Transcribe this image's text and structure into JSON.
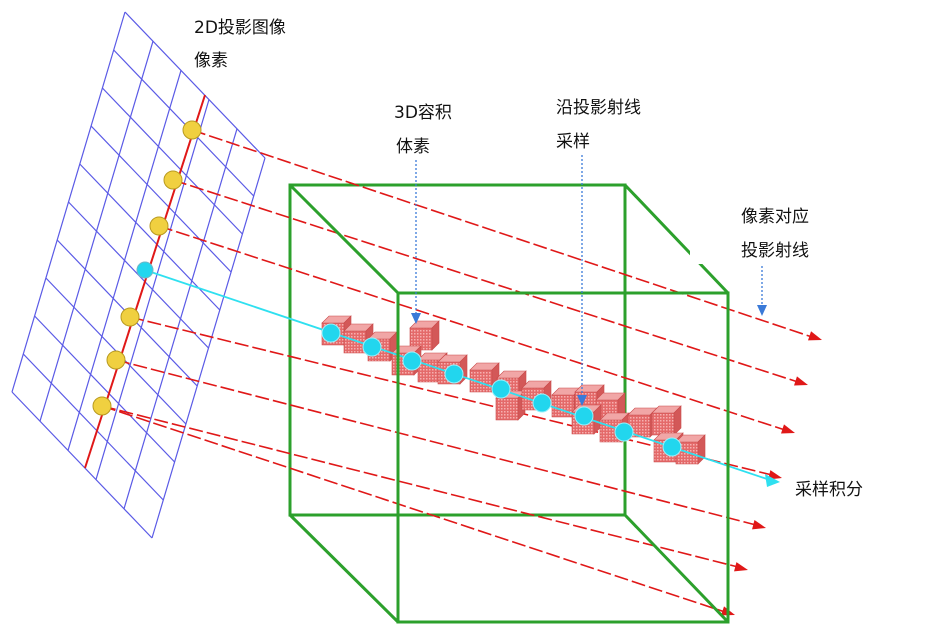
{
  "labels": {
    "pixel_line1": "2D投影图像",
    "pixel_line2": "像素",
    "voxel_line1": "3D容积",
    "voxel_line2": "体素",
    "sample_line1": "沿投影射线",
    "sample_line2": "采样",
    "ray_line1": "像素对应",
    "ray_line2": "投影射线",
    "integral": "采样积分"
  },
  "colors": {
    "grid": "#5a5ae6",
    "axis": "#e01818",
    "ray": "#e01818",
    "cube": "#2ca02c",
    "sample_ray": "#2fe0f0",
    "sample_point": "#22d6ee",
    "pixel_point": "#f0d040",
    "voxel": "#e46a6a",
    "pointer": "#3a7ad8"
  }
}
